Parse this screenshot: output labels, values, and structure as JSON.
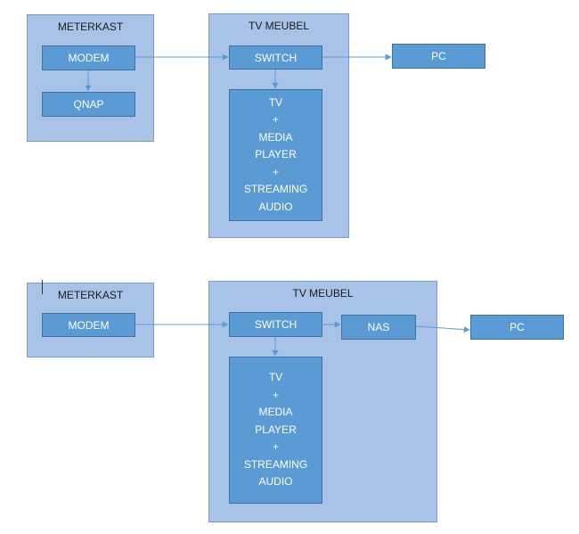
{
  "diagrams": [
    {
      "groups": {
        "meterkast": "METERKAST",
        "tv_meubel": "TV MEUBEL"
      },
      "nodes": {
        "modem": "MODEM",
        "qnap": "QNAP",
        "switch": "SWITCH",
        "pc": "PC",
        "tv_stack": [
          "TV",
          "+",
          "MEDIA",
          "PLAYER",
          "+",
          "STREAMING",
          "AUDIO"
        ]
      },
      "edges": [
        {
          "from": "modem",
          "to": "switch"
        },
        {
          "from": "modem",
          "to": "qnap"
        },
        {
          "from": "switch",
          "to": "pc"
        },
        {
          "from": "switch",
          "to": "tv_stack"
        }
      ]
    },
    {
      "groups": {
        "meterkast": "METERKAST",
        "tv_meubel": "TV MEUBEL"
      },
      "nodes": {
        "modem": "MODEM",
        "switch": "SWITCH",
        "nas": "NAS",
        "pc": "PC",
        "tv_stack": [
          "TV",
          "+",
          "MEDIA",
          "PLAYER",
          "+",
          "STREAMING",
          "AUDIO"
        ]
      },
      "edges": [
        {
          "from": "modem",
          "to": "switch"
        },
        {
          "from": "switch",
          "to": "nas"
        },
        {
          "from": "nas",
          "to": "pc"
        },
        {
          "from": "switch",
          "to": "tv_stack"
        }
      ]
    }
  ],
  "colors": {
    "group_fill": "#a9c3e8",
    "node_fill": "#5b9bd5",
    "edge": "#5b9bd5"
  }
}
